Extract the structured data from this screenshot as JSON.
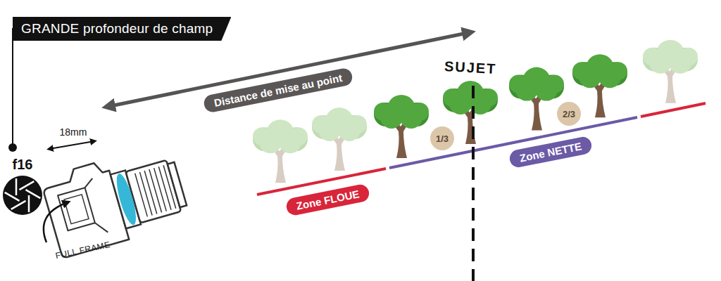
{
  "diagram": {
    "title": "GRANDE profondeur de champ",
    "nodes": [
      {
        "text": [
          "Distance de mise au point"
        ]
      },
      {
        "text": [
          "1/3"
        ]
      },
      {
        "text": [
          "2/3"
        ]
      },
      {
        "text": [
          "Zone FLOUE"
        ]
      },
      {
        "text": [
          "Zone NETTE"
        ]
      }
    ],
    "labels": [
      "f16",
      "18mm",
      "FULL FRAME",
      "SUJET"
    ]
  }
}
